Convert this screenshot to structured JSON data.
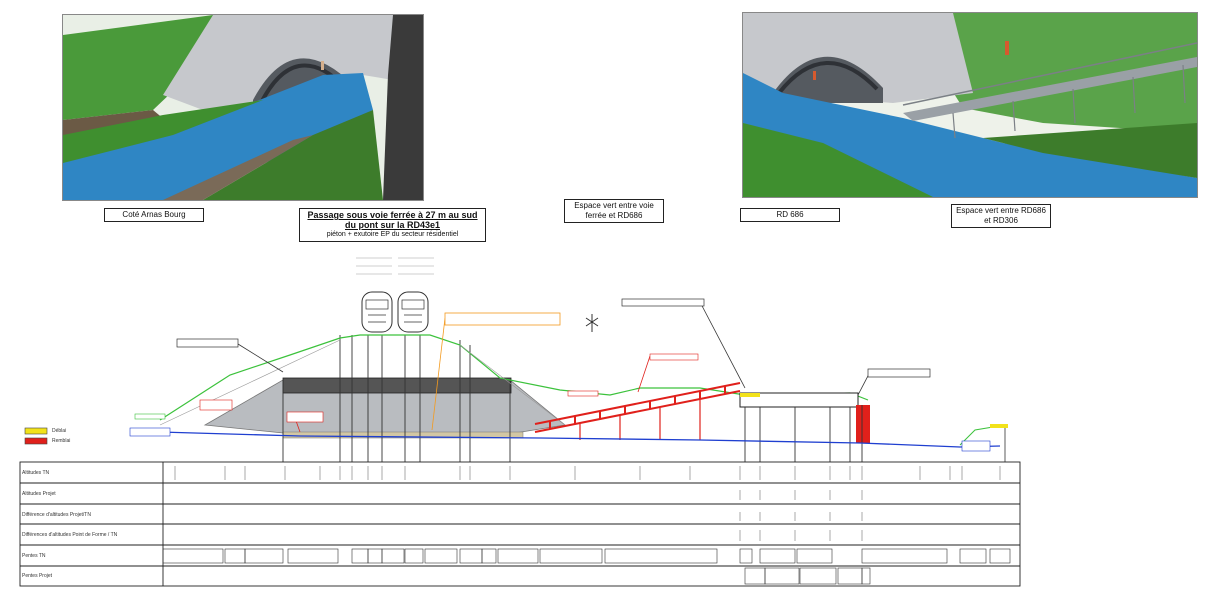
{
  "captions": {
    "left_view": "Coté Arnas Bourg",
    "passage_title": "Passage sous voie ferrée à 27 m au sud du pont sur la RD43e1",
    "passage_sub": "piéton + exutoire EP du secteur résidentiel",
    "green_space_1": "Espace vert entre voie ferrée et RD686",
    "rd_label": "RD 686",
    "green_space_2": "Espace vert entre RD686 et RD306"
  },
  "legend": {
    "item1": "Déblai",
    "item2": "Remblai",
    "item1_color": "#f2e21a",
    "item2_color": "#e0201b"
  },
  "table_rows": [
    "Altitudes TN",
    "Altitudes Projet",
    "Différence d'altitudes Projet/TN",
    "Différences d'altitudes Point de Forme / TN",
    "Pentes TN",
    "Pentes Projet"
  ],
  "colors": {
    "water": "#2f86c4",
    "grass": "#3f8f2f",
    "concrete": "#b9bcc0",
    "ramp_red": "#e0201b",
    "ground_blue": "#1f3fd0",
    "green_line": "#3cc23c",
    "annotation_orange": "#f39a1e"
  }
}
